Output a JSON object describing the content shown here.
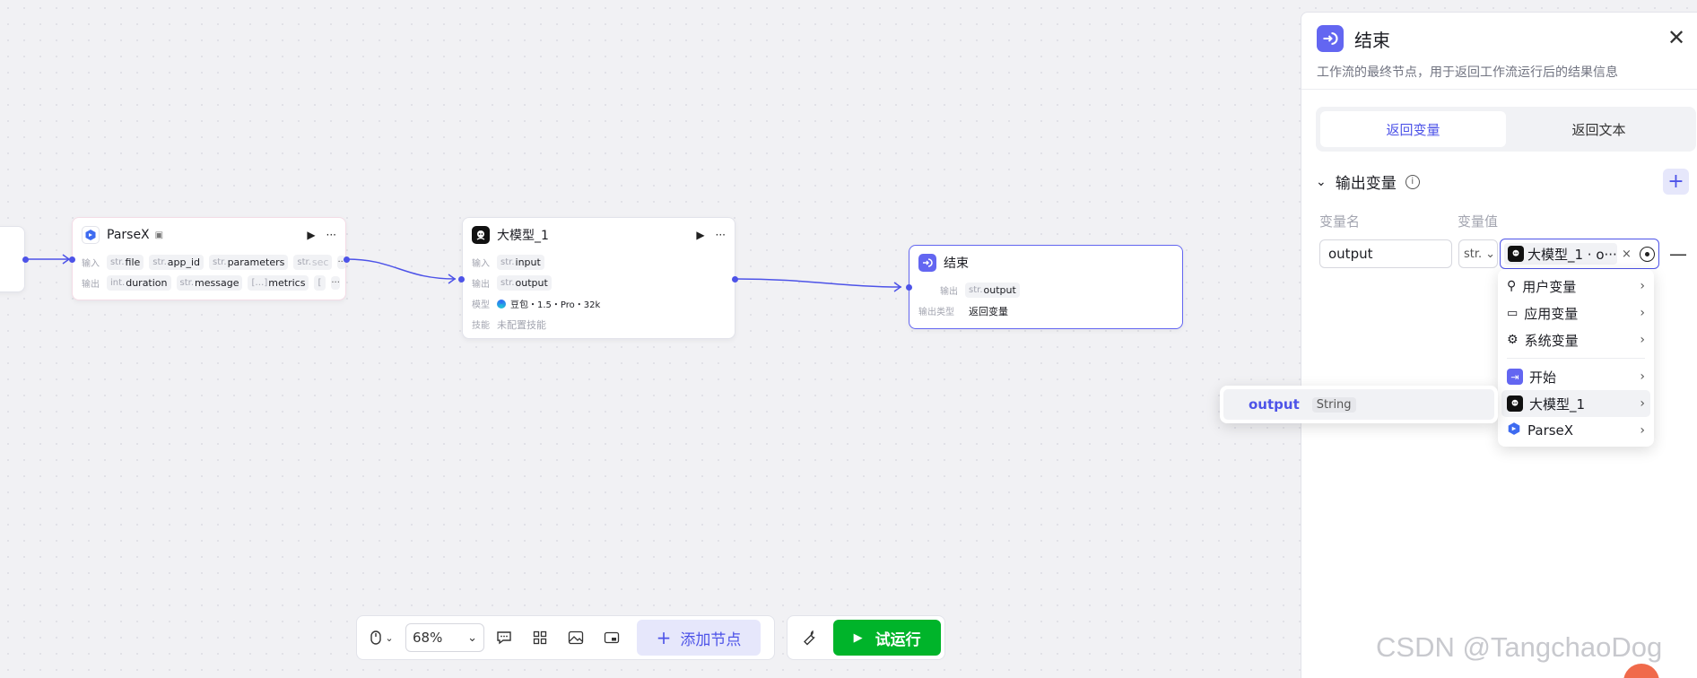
{
  "nodes": {
    "parsex": {
      "title": "ParseX",
      "input_label": "输入",
      "output_label": "输出",
      "inputs": [
        {
          "type": "str.",
          "name": "file"
        },
        {
          "type": "str.",
          "name": "app_id"
        },
        {
          "type": "str.",
          "name": "parameters"
        },
        {
          "type": "str.",
          "name": "sec"
        }
      ],
      "outputs": [
        {
          "type": "int.",
          "name": "duration"
        },
        {
          "type": "str.",
          "name": "message"
        },
        {
          "type": "[…]",
          "name": "metrics"
        },
        {
          "type": "[",
          "name": ""
        }
      ],
      "more": "···"
    },
    "llm": {
      "title": "大模型_1",
      "input_label": "输入",
      "input_type": "str.",
      "input_name": "input",
      "output_label": "输出",
      "output_type": "str.",
      "output_name": "output",
      "model_label": "模型",
      "model_value": "豆包・1.5・Pro・32k",
      "skill_label": "技能",
      "skill_value": "未配置技能"
    },
    "end": {
      "title": "结束",
      "output_label": "输出",
      "output_type": "str.",
      "output_name": "output",
      "output_type_label": "输出类型",
      "output_type_value": "返回变量"
    }
  },
  "panel": {
    "title": "结束",
    "description": "工作流的最终节点，用于返回工作流运行后的结果信息",
    "tabs": [
      {
        "label": "返回变量",
        "active": true
      },
      {
        "label": "返回文本",
        "active": false
      }
    ],
    "section_title": "输出变量",
    "col_name": "变量名",
    "col_value": "变量值",
    "var_name": "output",
    "var_type": "str.",
    "ref_value": "大模型_1 · o···",
    "ref_clear": "×"
  },
  "dropdown": {
    "items": [
      {
        "label": "用户变量",
        "icon": "user-icon"
      },
      {
        "label": "应用变量",
        "icon": "folder-icon"
      },
      {
        "label": "系统变量",
        "icon": "gear-icon"
      },
      {
        "label": "开始",
        "icon": "start-icon"
      },
      {
        "label": "大模型_1",
        "icon": "llm-icon",
        "active": true
      },
      {
        "label": "ParseX",
        "icon": "parsex-icon"
      }
    ]
  },
  "submenu": {
    "name": "output",
    "type": "String"
  },
  "toolbar": {
    "zoom": "68%",
    "add_node": "添加节点",
    "run": "试运行"
  },
  "watermark": "CSDN @TangchaoDog",
  "colors": {
    "accent": "#4d53e8",
    "run_green": "#00b42a",
    "end_node": "#6366f1"
  }
}
